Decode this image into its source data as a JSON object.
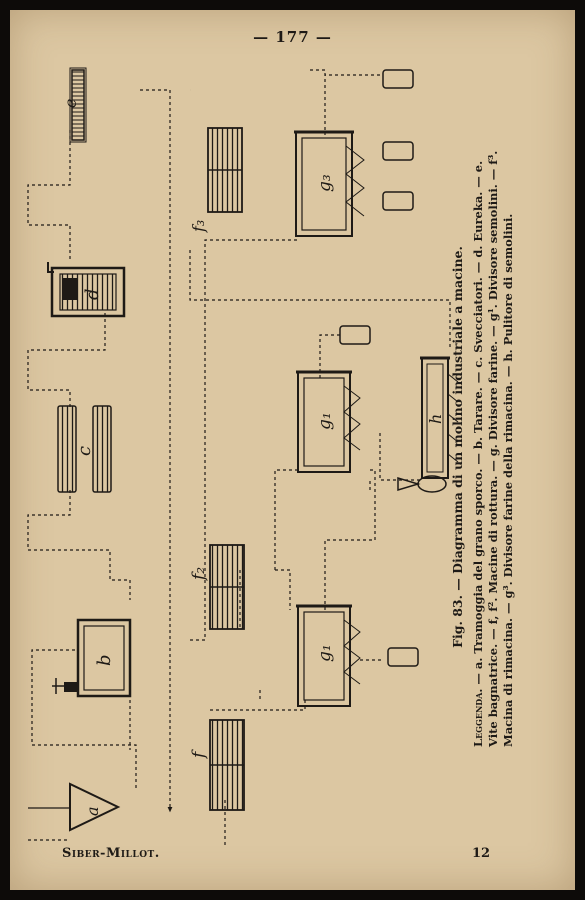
{
  "page": {
    "number": "— 177 —",
    "footer_left": "Siber-Millot.",
    "footer_right": "12"
  },
  "figure": {
    "caption": "Fig. 83. — Diagramma di un molino industriale a macine.",
    "legend_head": "Leggenda.",
    "legend_body": "— a. Tramoggia del grano sporco. — b. Tarare. — c. Svecciatori. — d. Eureka. — e. Vite bagnatrice. — f, f². Macine di rottura. — g. Divisore farine. — g¹. Divisore semolini. — f³. Macina di rimacina. — g³. Divisore farine della rimacina. — h. Pulitore di semolini."
  },
  "diagram_labels": {
    "a": "a",
    "b": "b",
    "c": "c",
    "d": "d",
    "e": "e",
    "f1": "f",
    "f2": "f₂",
    "f3": "f₃",
    "g1": "g₁",
    "g2": "g₁",
    "g3": "g₃",
    "h": "h"
  }
}
